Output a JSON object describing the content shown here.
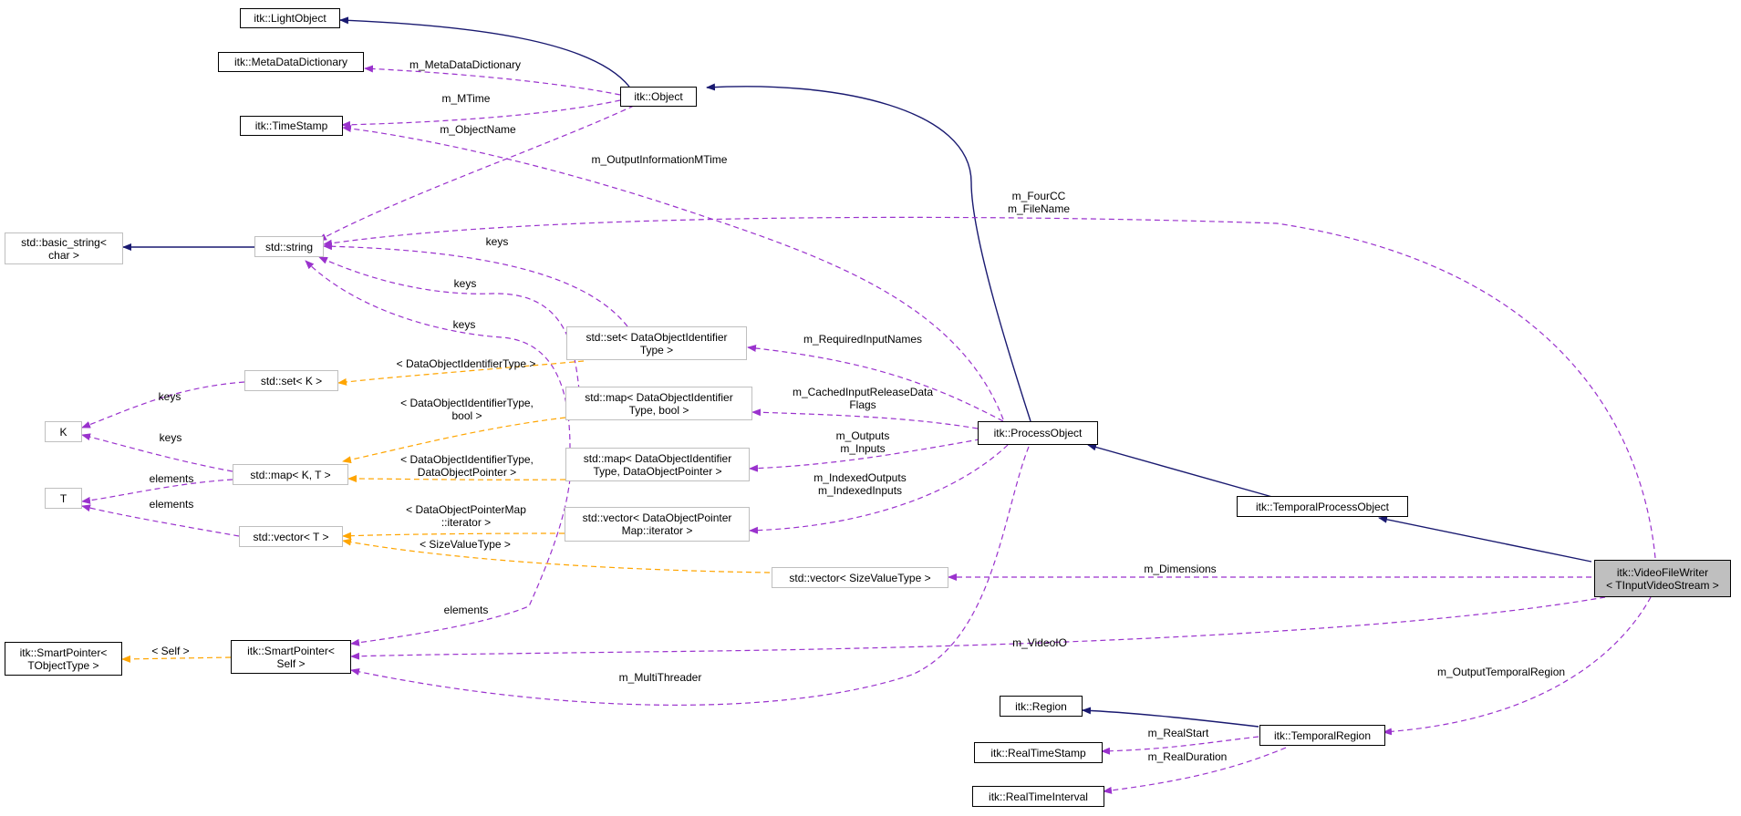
{
  "colors": {
    "inheritance": "#191970",
    "usage": "#9a32cd",
    "template": "#ffa500",
    "external_border": "#bfbfbf",
    "focus_fill": "#bfbfbf"
  },
  "nodes": {
    "lightobject": "itk::LightObject",
    "metadatadictionary": "itk::MetaDataDictionary",
    "timestamp": "itk::TimeStamp",
    "object": "itk::Object",
    "basic_string": "std::basic_string<\nchar >",
    "string": "std::string",
    "set_k": "std::set< K >",
    "k": "K",
    "map_kt": "std::map< K, T >",
    "t": "T",
    "vector_t": "std::vector< T >",
    "smartpointer_tobject": "itk::SmartPointer<\nTObjectType >",
    "smartpointer_self": "itk::SmartPointer<\nSelf >",
    "set_dataobjectid": "std::set< DataObjectIdentifier\nType >",
    "map_dataobjectid_bool": "std::map< DataObjectIdentifier\nType, bool >",
    "map_dataobjectid_pointer": "std::map< DataObjectIdentifier\nType, DataObjectPointer >",
    "vector_dataobjectpointer_iter": "std::vector< DataObjectPointer\nMap::iterator >",
    "vector_sizevaluetype": "std::vector< SizeValueType >",
    "processobject": "itk::ProcessObject",
    "temporalprocessobject": "itk::TemporalProcessObject",
    "videofilewriter": "itk::VideoFileWriter\n< TInputVideoStream >",
    "region": "itk::Region",
    "temporalregion": "itk::TemporalRegion",
    "realtimestamp": "itk::RealTimeStamp",
    "realtimeinterval": "itk::RealTimeInterval"
  },
  "edge_labels": {
    "m_metadatadictionary": "m_MetaDataDictionary",
    "m_mtime": "m_MTime",
    "m_objectname": "m_ObjectName",
    "m_outputinformationmtime": "m_OutputInformationMTime",
    "m_fourcc_filename": "m_FourCC\nm_FileName",
    "keys_set": "keys",
    "keys_map_bool": "keys",
    "keys_map_ptr": "keys",
    "tpl_set": "< DataObjectIdentifierType >",
    "tpl_map_bool": "< DataObjectIdentifierType,\nbool >",
    "tpl_map_ptr": "< DataObjectIdentifierType,\nDataObjectPointer >",
    "tpl_vector_iter": "< DataObjectPointerMap\n::iterator >",
    "tpl_sizevalue": "< SizeValueType >",
    "keys_setk": "keys",
    "keys_mapkt": "keys",
    "elements_mapkt": "elements",
    "elements_vector": "elements",
    "m_requiredinputnames": "m_RequiredInputNames",
    "m_cachedinputreleasedataflags": "m_CachedInputReleaseData\nFlags",
    "m_outputs_inputs": "m_Outputs\nm_Inputs",
    "m_indexedoutputs_inputs": "m_IndexedOutputs\nm_IndexedInputs",
    "m_dimensions": "m_Dimensions",
    "m_videoio": "m_VideoIO",
    "elements_smartpointer": "elements",
    "m_multithreader": "m_MultiThreader",
    "tpl_self": "< Self >",
    "m_outputtemporalregion": "m_OutputTemporalRegion",
    "m_realstart": "m_RealStart",
    "m_realduration": "m_RealDuration"
  }
}
